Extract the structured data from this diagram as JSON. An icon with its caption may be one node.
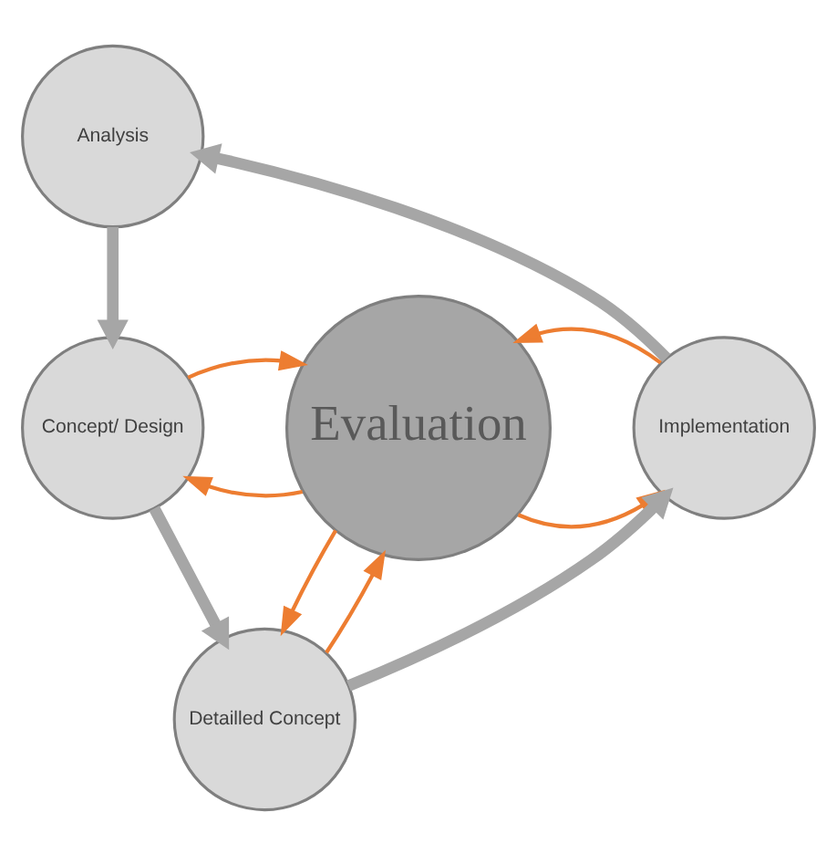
{
  "diagram": {
    "nodes": [
      {
        "text": [
          "Analysis"
        ]
      },
      {
        "text": [
          "Implementation"
        ]
      },
      {
        "text": [
          "Evaluation"
        ]
      },
      {
        "text": [
          "Concept/ Design"
        ]
      },
      {
        "text": [
          "Detailled Concept"
        ]
      }
    ],
    "edges": [
      {
        "from": 0,
        "to": 3,
        "arrow": "to",
        "style": "thick",
        "color": "#a6a6a6"
      },
      {
        "from": 3,
        "to": 4,
        "arrow": "to",
        "style": "thick",
        "color": "#a6a6a6"
      },
      {
        "from": 4,
        "to": 1,
        "arrow": "to",
        "style": "thick",
        "color": "#a6a6a6"
      },
      {
        "from": 1,
        "to": 0,
        "arrow": "to",
        "style": "thick",
        "color": "#a6a6a6"
      },
      {
        "from": 2,
        "to": 1,
        "arrow": "to"
      },
      {
        "from": 2,
        "to": 3,
        "arrow": "to"
      },
      {
        "from": 3,
        "to": 2,
        "arrow": "to"
      },
      {
        "from": 2,
        "to": 4,
        "arrow": "to"
      },
      {
        "from": 4,
        "to": 2,
        "arrow": "to"
      },
      {
        "from": 1,
        "to": 2,
        "arrow": "to"
      }
    ]
  }
}
